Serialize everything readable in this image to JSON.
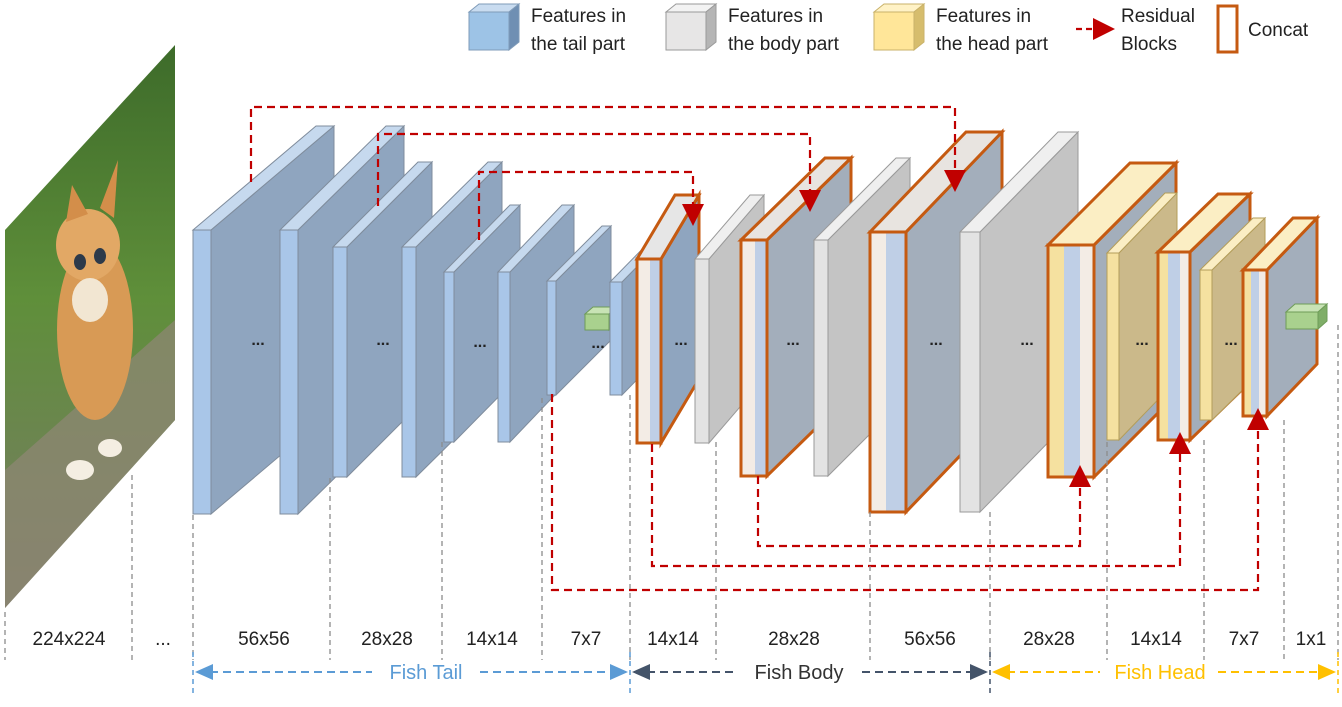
{
  "legend": {
    "tail": [
      "Features in",
      "the tail part"
    ],
    "body": [
      "Features in",
      "the body part"
    ],
    "head": [
      "Features in",
      "the head part"
    ],
    "residual": [
      "Residual",
      "Blocks"
    ],
    "concat": "Concat"
  },
  "ellipsis": "...",
  "resolutions": [
    "224x224",
    "...",
    "56x56",
    "28x28",
    "14x14",
    "7x7",
    "14x14",
    "28x28",
    "56x56",
    "28x28",
    "14x14",
    "7x7",
    "1x1"
  ],
  "sections": {
    "tail": "Fish Tail",
    "body": "Fish Body",
    "head": "Fish Head"
  },
  "colors": {
    "tail": "#a9c6e8",
    "tail_side": "#8fa5bf",
    "body": "#e3e3e3",
    "body_side": "#c4c4c4",
    "head": "#f5e1a0",
    "head_side": "#cbb98a",
    "concat": "#c55a11",
    "residual": "#c00000",
    "tail_arrow": "#5b9bd5",
    "body_arrow": "#44546a",
    "head_arrow": "#ffc000",
    "fc": "#a9d18e"
  }
}
